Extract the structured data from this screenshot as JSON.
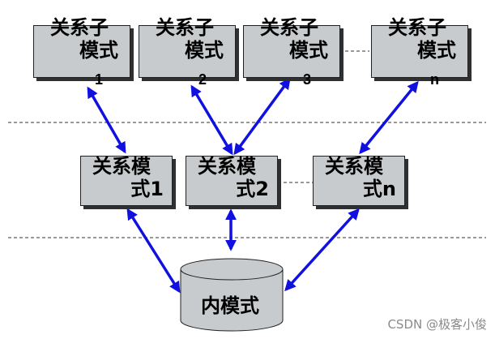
{
  "top_modes": [
    {
      "line1": "关系子",
      "line2": "模式",
      "num": "1"
    },
    {
      "line1": "关系子",
      "line2": "模式",
      "num": "2"
    },
    {
      "line1": "关系子",
      "line2": "模式",
      "num": "3"
    },
    {
      "line1": "关系子",
      "line2": "模式",
      "num": "n"
    }
  ],
  "mid_modes": [
    {
      "line1": "关系模",
      "line2": "式1"
    },
    {
      "line1": "关系模",
      "line2": "式2"
    },
    {
      "line1": "关系模",
      "line2": "式n"
    }
  ],
  "internal_mode": "内模式",
  "watermark": "CSDN @极客小俊",
  "colors": {
    "arrow": "#1010e0",
    "box": "#c8cbcd"
  }
}
